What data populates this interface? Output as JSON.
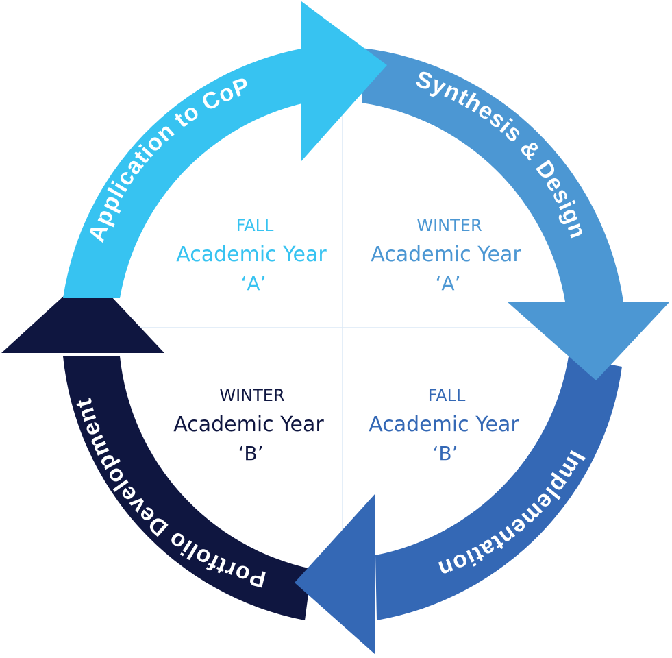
{
  "diagram": {
    "colors": {
      "application": "#37c3f1",
      "synthesis": "#4c97d3",
      "implementation": "#3468b5",
      "portfolio": "#0f1640",
      "divider": "#dce9f5"
    },
    "arcs": [
      {
        "label": "Application to CoP"
      },
      {
        "label": "Synthesis & Design"
      },
      {
        "label": "Implementation"
      },
      {
        "label": "Portfolio Development"
      }
    ],
    "quadrants": [
      {
        "season": "FALL",
        "title": "Academic Year",
        "year": "‘A’",
        "color": "#37c3f1"
      },
      {
        "season": "WINTER",
        "title": "Academic Year",
        "year": "‘A’",
        "color": "#4c97d3"
      },
      {
        "season": "FALL",
        "title": "Academic Year",
        "year": "‘B’",
        "color": "#3468b5"
      },
      {
        "season": "WINTER",
        "title": "Academic Year",
        "year": "‘B’",
        "color": "#0f1640"
      }
    ]
  }
}
